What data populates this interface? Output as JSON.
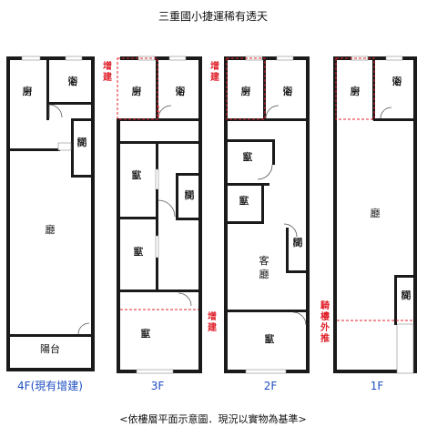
{
  "title": "三重國小捷運稀有透天",
  "note": "<依樓層平面示意圖．現況以實物為基準>",
  "floors": {
    "f4": {
      "label": "4F(現有增建)",
      "rooms": {
        "kitchen": "廚房",
        "bath": "衛浴",
        "stairs": "梯間",
        "hall": "廳",
        "balcony": "陽台"
      }
    },
    "f3": {
      "label": "3F",
      "rooms": {
        "kitchen": "廚房",
        "bath": "衛浴",
        "bedroom1": "臥室",
        "stairs": "梯間",
        "bedroom2": "臥室",
        "bedroom3": "臥室"
      },
      "annotations": {
        "ext_top": "增建",
        "ext_bottom": "增建"
      }
    },
    "f2": {
      "label": "2F",
      "rooms": {
        "kitchen": "廚房",
        "bath": "衛浴",
        "bedroom1": "臥室",
        "bedroom2": "臥室",
        "stairs": "梯間",
        "living_line1": "客",
        "living_line2": "廳",
        "bedroom3": "臥室"
      },
      "annotations": {
        "ext_top": "增建"
      }
    },
    "f1": {
      "label": "1F",
      "rooms": {
        "kitchen": "廚房",
        "bath": "衛浴",
        "hall": "廳",
        "stairs": "梯間"
      },
      "annotations": {
        "arcade": "騎樓外推"
      }
    }
  },
  "colors": {
    "wall": "#1a1a1a",
    "annotation": "#e0202a",
    "floor_label": "#1f4fc2"
  }
}
